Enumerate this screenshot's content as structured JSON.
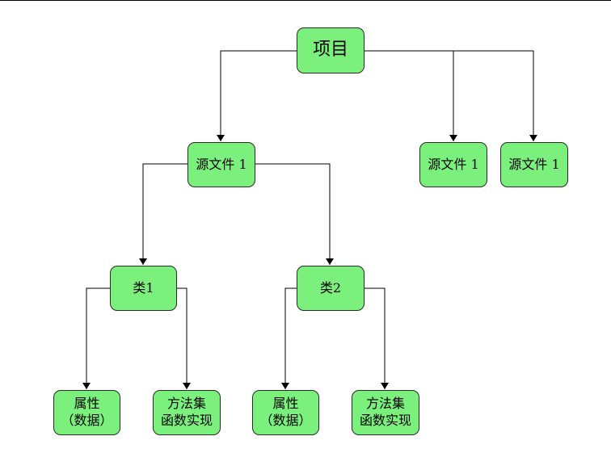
{
  "diagram": {
    "nodes": {
      "root": [
        "项目"
      ],
      "src_a": [
        "源文件 1"
      ],
      "src_b": [
        "源文件 1"
      ],
      "src_c": [
        "源文件 1"
      ],
      "class1": [
        "类1"
      ],
      "class2": [
        "类2"
      ],
      "attr1": [
        "属性",
        "（数据）"
      ],
      "method1": [
        "方法集",
        "函数实现"
      ],
      "attr2": [
        "属性",
        "（数据）"
      ],
      "method2": [
        "方法集",
        "函数实现"
      ]
    },
    "edges": [
      [
        "root",
        "src_a"
      ],
      [
        "root",
        "src_b"
      ],
      [
        "root",
        "src_c"
      ],
      [
        "src_a",
        "class1"
      ],
      [
        "src_a",
        "class2"
      ],
      [
        "class1",
        "attr1"
      ],
      [
        "class1",
        "method1"
      ],
      [
        "class2",
        "attr2"
      ],
      [
        "class2",
        "method2"
      ]
    ],
    "colors": {
      "node_fill": "#7cf07c",
      "line": "#000000"
    }
  }
}
